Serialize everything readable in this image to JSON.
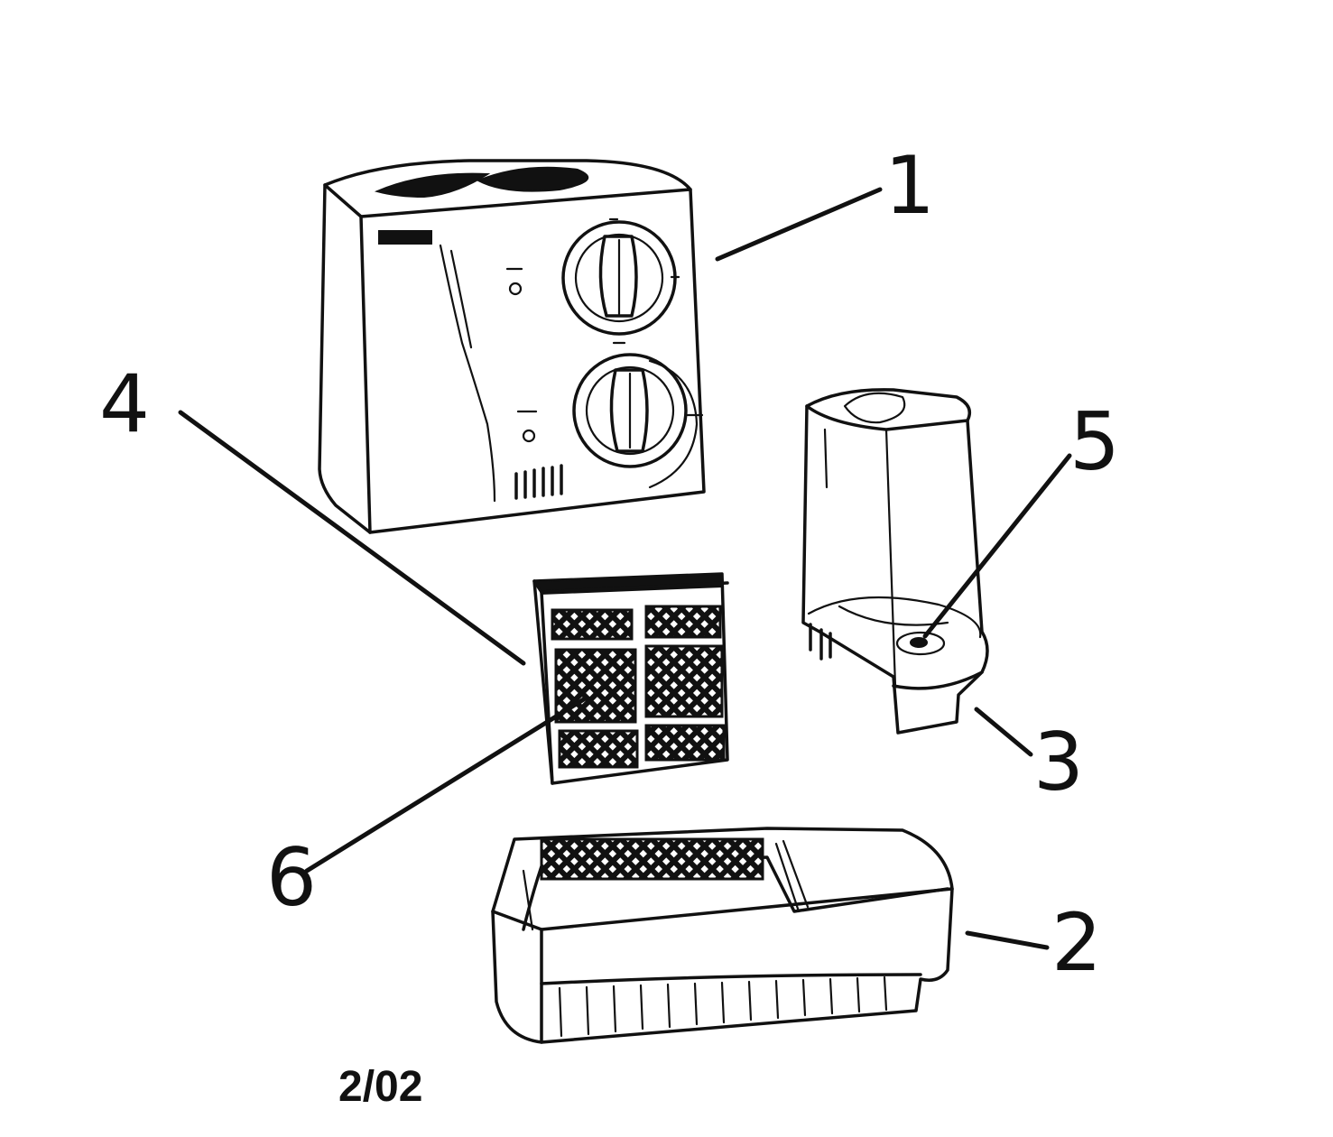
{
  "diagram": {
    "callouts": [
      {
        "id": "1",
        "label": "1"
      },
      {
        "id": "2",
        "label": "2"
      },
      {
        "id": "3",
        "label": "3"
      },
      {
        "id": "4",
        "label": "4"
      },
      {
        "id": "5",
        "label": "5"
      },
      {
        "id": "6",
        "label": "6"
      }
    ],
    "date_code": "2/02"
  }
}
